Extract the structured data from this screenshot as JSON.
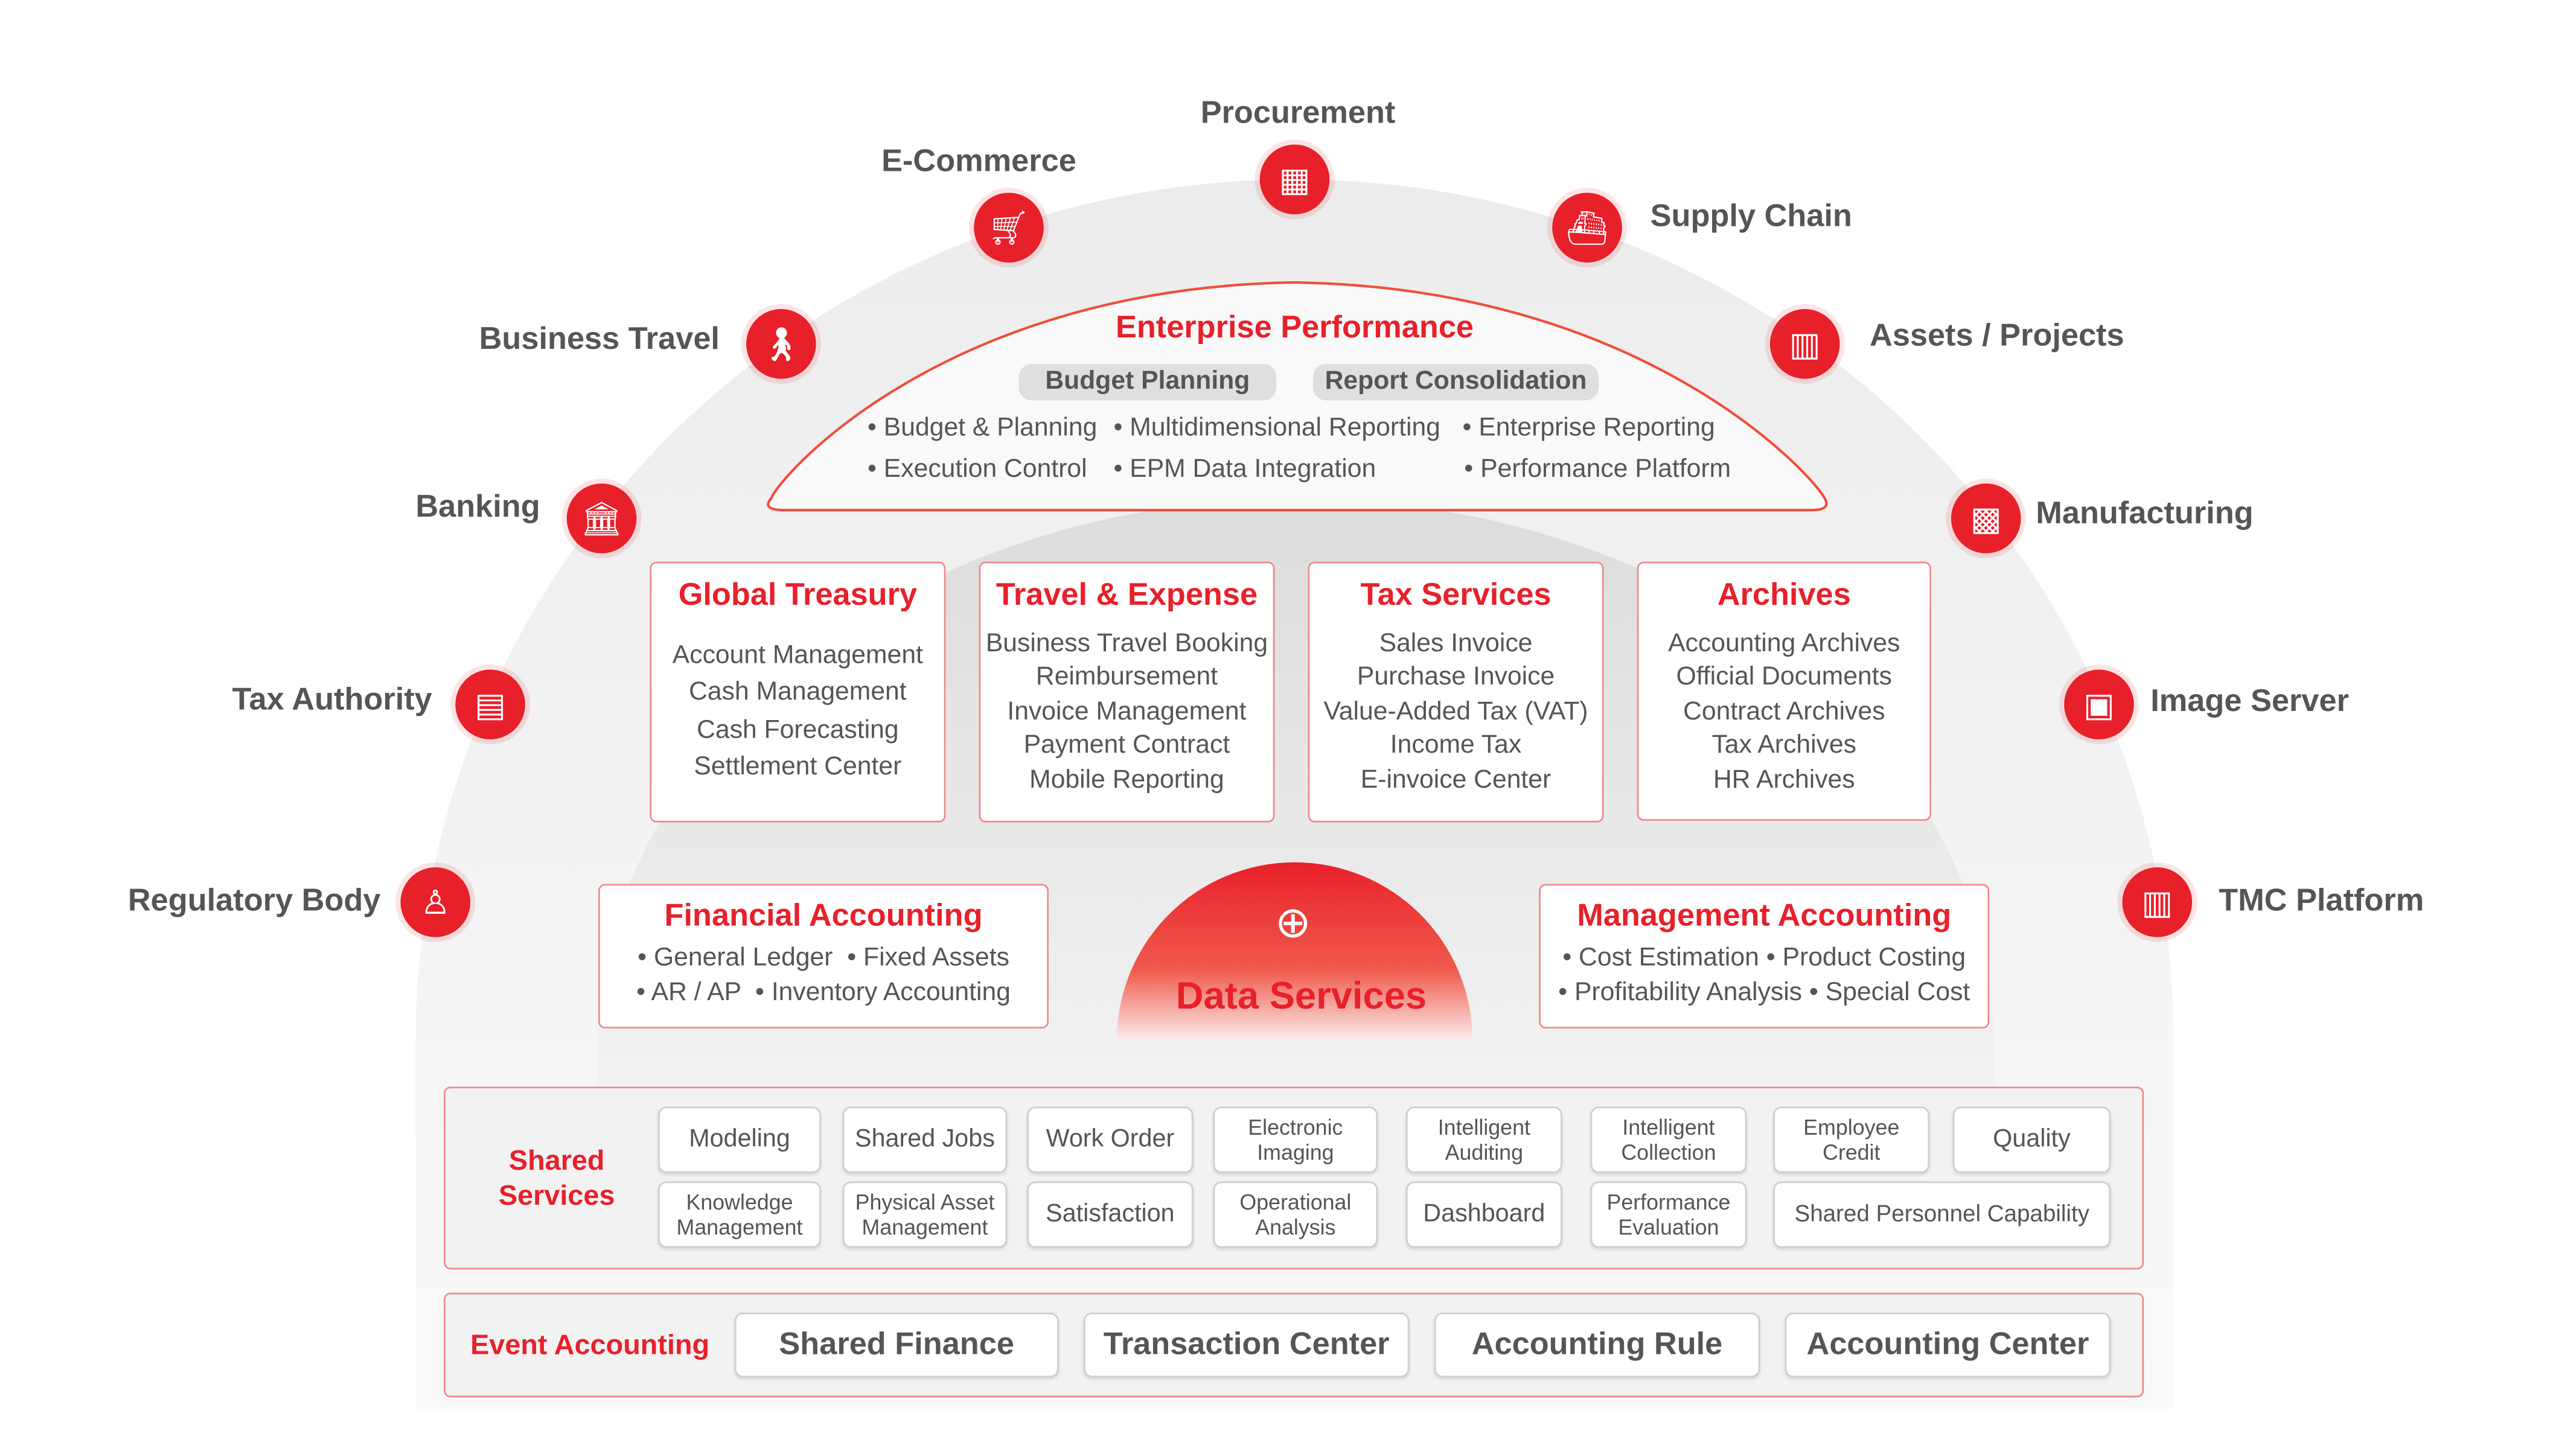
{
  "satellites": {
    "procurement": "Procurement",
    "ecommerce": "E-Commerce",
    "supply_chain": "Supply Chain",
    "business_travel": "Business Travel",
    "assets_projects": "Assets / Projects",
    "banking": "Banking",
    "manufacturing": "Manufacturing",
    "tax_authority": "Tax Authority",
    "image_server": "Image Server",
    "regulatory_body": "Regulatory Body",
    "tmc_platform": "TMC Platform"
  },
  "enterprise_performance": {
    "title": "Enterprise Performance",
    "pills": [
      "Budget Planning",
      "Report Consolidation"
    ],
    "items": [
      "Budget & Planning",
      "Multidimensional Reporting",
      "Enterprise Reporting",
      "Execution Control",
      "EPM Data Integration",
      "Performance Platform"
    ]
  },
  "modules": [
    {
      "title": "Global Treasury",
      "items": [
        "Account Management",
        "Cash Management",
        "Cash Forecasting",
        "Settlement Center"
      ]
    },
    {
      "title": "Travel & Expense",
      "items": [
        "Business Travel Booking",
        "Reimbursement",
        "Invoice Management",
        "Payment Contract",
        "Mobile Reporting"
      ]
    },
    {
      "title": "Tax Services",
      "items": [
        "Sales Invoice",
        "Purchase Invoice",
        "Value-Added Tax (VAT)",
        "Income Tax",
        "E-invoice Center"
      ]
    },
    {
      "title": "Archives",
      "items": [
        "Accounting Archives",
        "Official Documents",
        "Contract Archives",
        "Tax Archives",
        "HR Archives"
      ]
    }
  ],
  "financial_accounting": {
    "title": "Financial Accounting",
    "items": [
      "General Ledger",
      "Fixed Assets",
      "AR / AP",
      "Inventory Accounting"
    ]
  },
  "management_accounting": {
    "title": "Management Accounting",
    "items": [
      "Cost Estimation",
      "Product Costing",
      "Profitability Analysis",
      "Special Cost"
    ]
  },
  "data_services": {
    "title": "Data Services"
  },
  "shared_services": {
    "title_line1": "Shared",
    "title_line2": "Services",
    "chips": [
      "Modeling",
      "Shared Jobs",
      "Work Order",
      "Electronic Imaging",
      "Intelligent Auditing",
      "Intelligent Collection",
      "Employee Credit",
      "Quality",
      "Knowledge Management",
      "Physical Asset Management",
      "Satisfaction",
      "Operational Analysis",
      "Dashboard",
      "Performance Evaluation",
      "Shared Personnel Capability"
    ]
  },
  "event_accounting": {
    "title": "Event Accounting",
    "chips": [
      "Shared Finance",
      "Transaction Center",
      "Accounting Rule",
      "Accounting Center"
    ]
  },
  "colors": {
    "accent": "#e8202a",
    "text": "#555555",
    "panel": "#f2f2f2"
  }
}
